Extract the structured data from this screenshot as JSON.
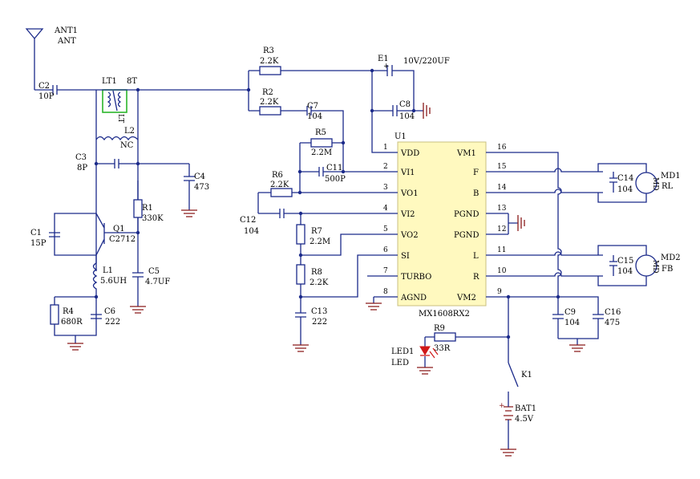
{
  "colors": {
    "wire": "#1b2a8a",
    "ic_fill": "#fff9bf",
    "ground": "#8a1b1b",
    "transformer_box": "#2bb52b",
    "led": "#d01818"
  },
  "antenna": {
    "ref": "ANT1",
    "value": "ANT"
  },
  "capacitors": {
    "c2": {
      "ref": "C2",
      "value": "10P"
    },
    "c3": {
      "ref": "C3",
      "value": "8P"
    },
    "c1": {
      "ref": "C1",
      "value": "15P"
    },
    "c4": {
      "ref": "C4",
      "value": "473"
    },
    "c5": {
      "ref": "C5",
      "value": "4.7UF"
    },
    "c6": {
      "ref": "C6",
      "value": "222"
    },
    "c7": {
      "ref": "C7",
      "value": "104"
    },
    "c8": {
      "ref": "C8",
      "value": "104"
    },
    "c9": {
      "ref": "C9",
      "value": "104"
    },
    "c11": {
      "ref": "C11",
      "value": "500P"
    },
    "c12": {
      "ref": "C12",
      "value": "104"
    },
    "c13": {
      "ref": "C13",
      "value": "222"
    },
    "c14": {
      "ref": "C14",
      "value": "104"
    },
    "c15": {
      "ref": "C15",
      "value": "104"
    },
    "c16": {
      "ref": "C16",
      "value": "475"
    },
    "e1": {
      "ref": "E1",
      "value": "10V/220UF"
    }
  },
  "resistors": {
    "r1": {
      "ref": "R1",
      "value": "330K"
    },
    "r2": {
      "ref": "R2",
      "value": "2.2K"
    },
    "r3": {
      "ref": "R3",
      "value": "2.2K"
    },
    "r4": {
      "ref": "R4",
      "value": "680R"
    },
    "r5": {
      "ref": "R5",
      "value": "2.2M"
    },
    "r6": {
      "ref": "R6",
      "value": "2.2K"
    },
    "r7": {
      "ref": "R7",
      "value": "2.2M"
    },
    "r8": {
      "ref": "R8",
      "value": "2.2K"
    },
    "r9": {
      "ref": "R9",
      "value": "33R"
    }
  },
  "inductors": {
    "lt1": {
      "ref": "LT1",
      "value": "8T",
      "coil": "LT"
    },
    "l2": {
      "ref": "L2",
      "value": "NC"
    },
    "l1": {
      "ref": "L1",
      "value": "5.6UH"
    }
  },
  "transistor": {
    "ref": "Q1",
    "value": "C2712"
  },
  "ic": {
    "ref": "U1",
    "part": "MX1608RX2",
    "left_pins": [
      {
        "num": "1",
        "name": "VDD"
      },
      {
        "num": "2",
        "name": "VI1"
      },
      {
        "num": "3",
        "name": "VO1"
      },
      {
        "num": "4",
        "name": "VI2"
      },
      {
        "num": "5",
        "name": "VO2"
      },
      {
        "num": "6",
        "name": "SI"
      },
      {
        "num": "7",
        "name": "TURBO"
      },
      {
        "num": "8",
        "name": "AGND"
      }
    ],
    "right_pins": [
      {
        "num": "16",
        "name": "VM1"
      },
      {
        "num": "15",
        "name": "F"
      },
      {
        "num": "14",
        "name": "B"
      },
      {
        "num": "13",
        "name": "PGND"
      },
      {
        "num": "12",
        "name": "PGND"
      },
      {
        "num": "11",
        "name": "L"
      },
      {
        "num": "10",
        "name": "R"
      },
      {
        "num": "9",
        "name": "VM2"
      }
    ]
  },
  "motors": {
    "md1": {
      "ref": "MD1",
      "dir": "RL",
      "label": "MD"
    },
    "md2": {
      "ref": "MD2",
      "dir": "FB",
      "label": "MD"
    }
  },
  "led": {
    "ref": "LED1",
    "value": "LED"
  },
  "switch": {
    "ref": "K1"
  },
  "battery": {
    "ref": "BAT1",
    "value": "4.5V"
  }
}
